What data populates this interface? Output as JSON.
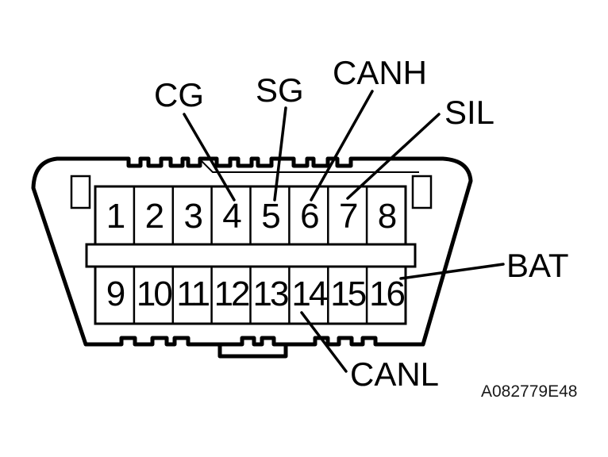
{
  "figure": {
    "code": "A082779E48"
  },
  "connector": {
    "pins": [
      "1",
      "2",
      "3",
      "4",
      "5",
      "6",
      "7",
      "8",
      "9",
      "10",
      "11",
      "12",
      "13",
      "14",
      "15",
      "16"
    ],
    "labels": {
      "cg": "CG",
      "sg": "SG",
      "canh": "CANH",
      "sil": "SIL",
      "bat": "BAT",
      "canl": "CANL"
    },
    "pin_assignments": {
      "pin_4": "CG",
      "pin_5": "SG",
      "pin_6": "CANH",
      "pin_7": "SIL",
      "pin_14": "CANL",
      "pin_16": "BAT"
    },
    "colors": {
      "line": "#000000",
      "background": "#ffffff"
    }
  }
}
